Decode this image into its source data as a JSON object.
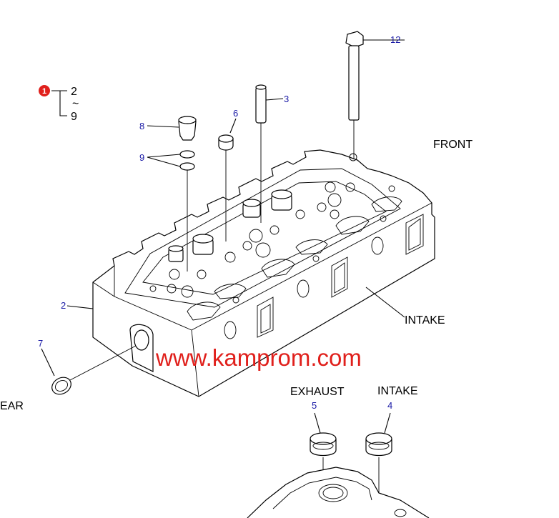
{
  "diagram": {
    "index_marker": "1",
    "range_start": "2",
    "range_sep": "~",
    "range_end": "9",
    "callouts": {
      "p2": "2",
      "p3": "3",
      "p4": "4",
      "p5": "5",
      "p6": "6",
      "p7": "7",
      "p8": "8",
      "p9": "9",
      "p12": "12"
    },
    "labels": {
      "front": "FRONT",
      "intake_side": "INTAKE",
      "rear": "EAR",
      "exhaust": "EXHAUST",
      "intake_seat": "INTAKE"
    },
    "watermark": "www.kamprom.com",
    "colors": {
      "callout": "#1a1aa6",
      "watermark": "#e0201c",
      "marker": "#e0201c"
    }
  }
}
